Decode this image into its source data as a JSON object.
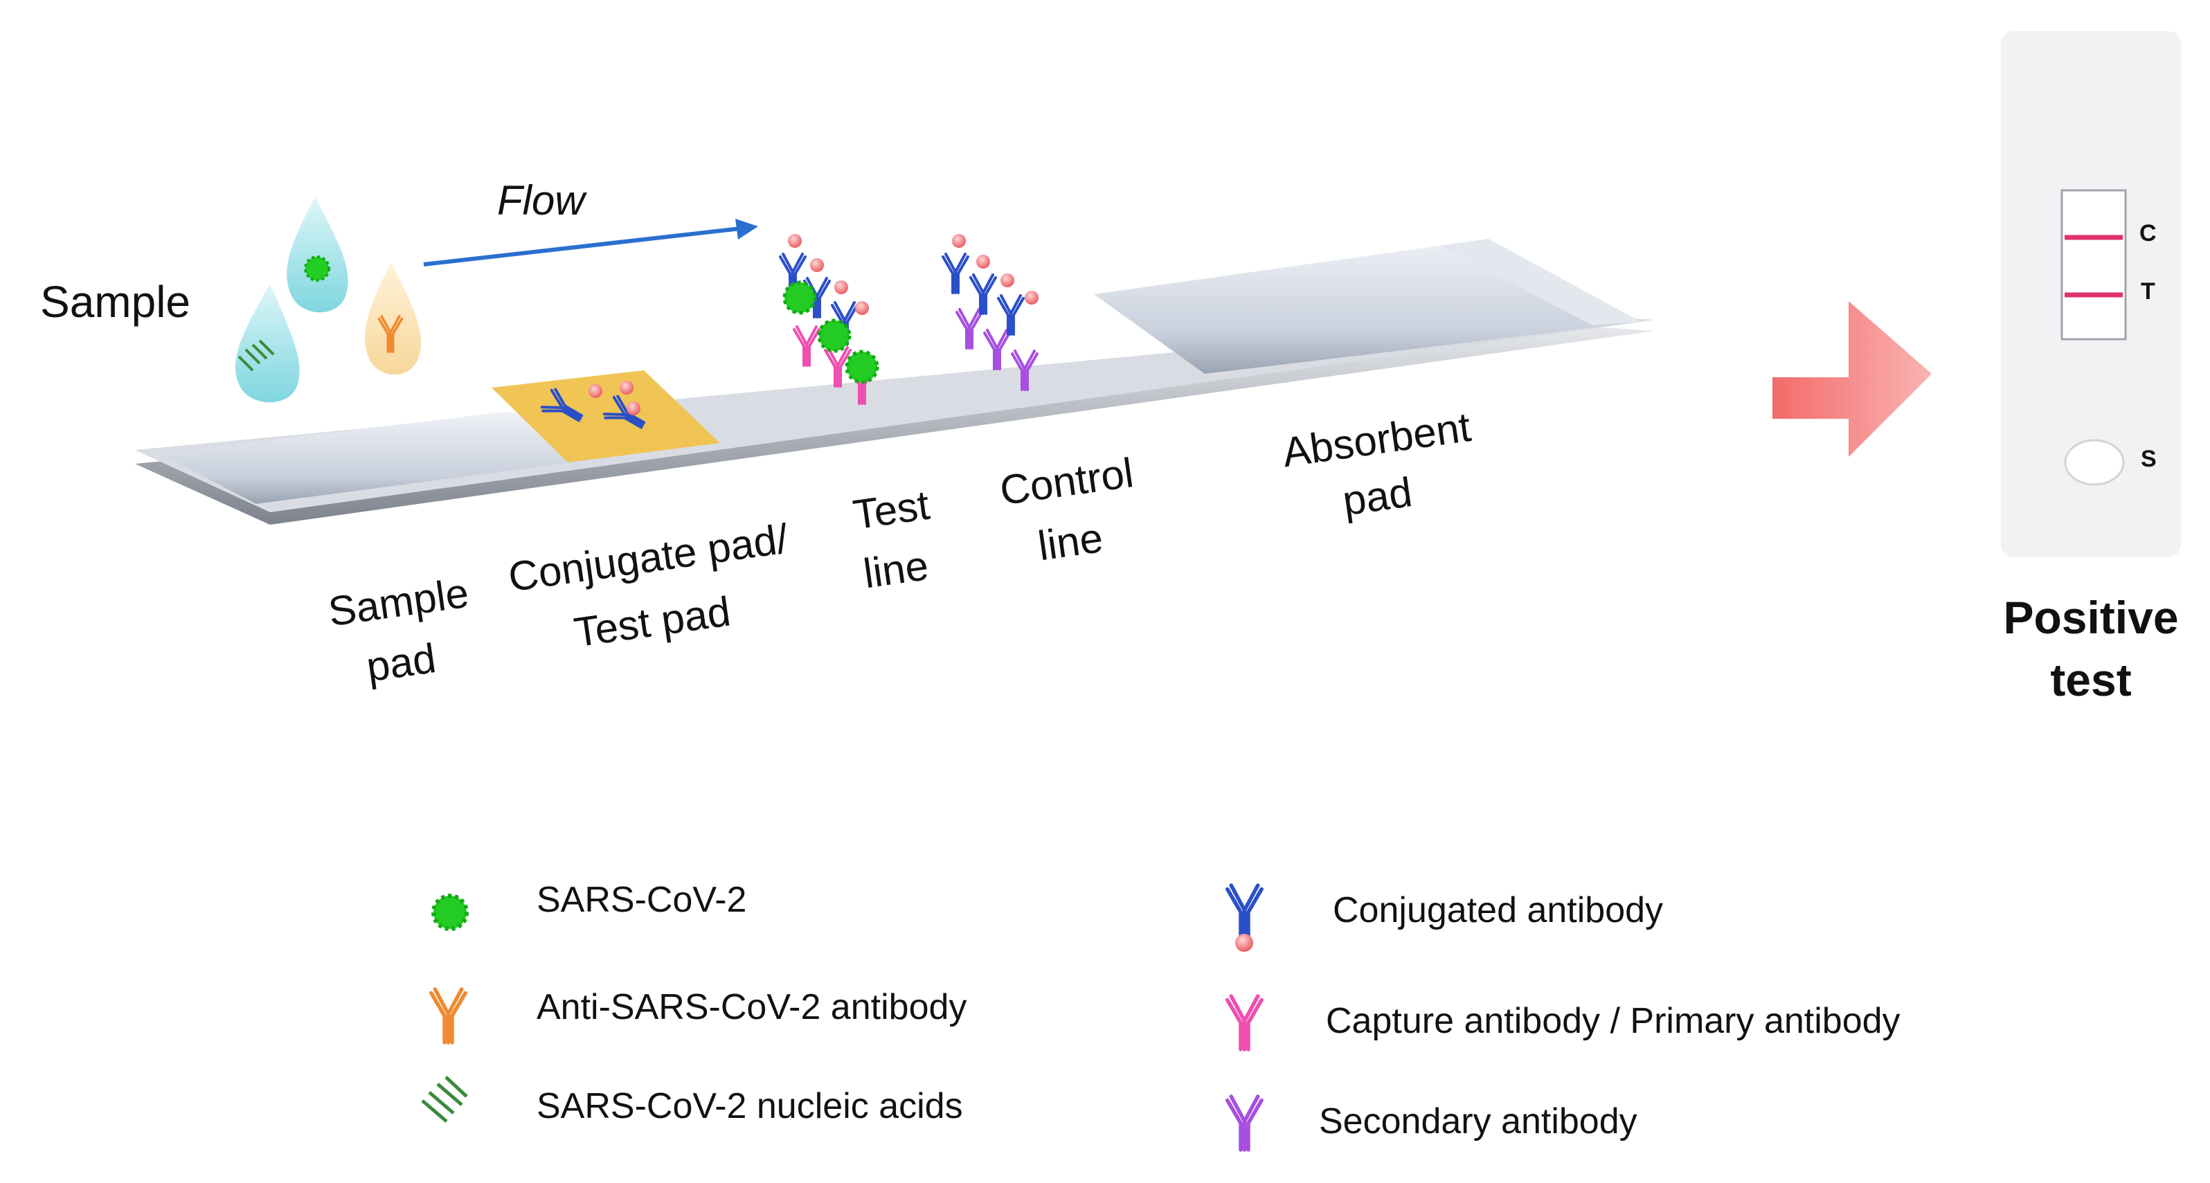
{
  "labels": {
    "sample": "Sample",
    "flow": "Flow",
    "sample_pad": [
      "Sample",
      "pad"
    ],
    "conjugate_pad": [
      "Conjugate pad/",
      "Test pad"
    ],
    "test_line": [
      "Test",
      "line"
    ],
    "control_line": [
      "Control",
      "line"
    ],
    "absorbent_pad": [
      "Absorbent",
      "pad"
    ]
  },
  "cassette": {
    "c_label": "C",
    "t_label": "T",
    "s_label": "S",
    "result": [
      "Positive",
      "test"
    ]
  },
  "legend": [
    {
      "icon": "virus-icon",
      "label": "SARS-CoV-2"
    },
    {
      "icon": "anti-sars-antibody-icon",
      "label": "Anti-SARS-CoV-2 antibody"
    },
    {
      "icon": "nucleic-acid-icon",
      "label": "SARS-CoV-2 nucleic acids"
    },
    {
      "icon": "conjugated-antibody-icon",
      "label": "Conjugated antibody"
    },
    {
      "icon": "capture-antibody-icon",
      "label": "Capture antibody / Primary antibody"
    },
    {
      "icon": "secondary-antibody-icon",
      "label": "Secondary antibody"
    }
  ],
  "colors": {
    "virus": "#22cc22",
    "anti_antibody": "#f08a30",
    "nucleic": "#3a8a3a",
    "conjugated": "#2a4fc8",
    "capture": "#ee4fb0",
    "secondary": "#a64fe0",
    "flow_arrow": "#2a6fd0",
    "result_arrow": "#f06a6a",
    "pad_gold": "#f2c24a",
    "line_magenta": "#e0306e"
  }
}
